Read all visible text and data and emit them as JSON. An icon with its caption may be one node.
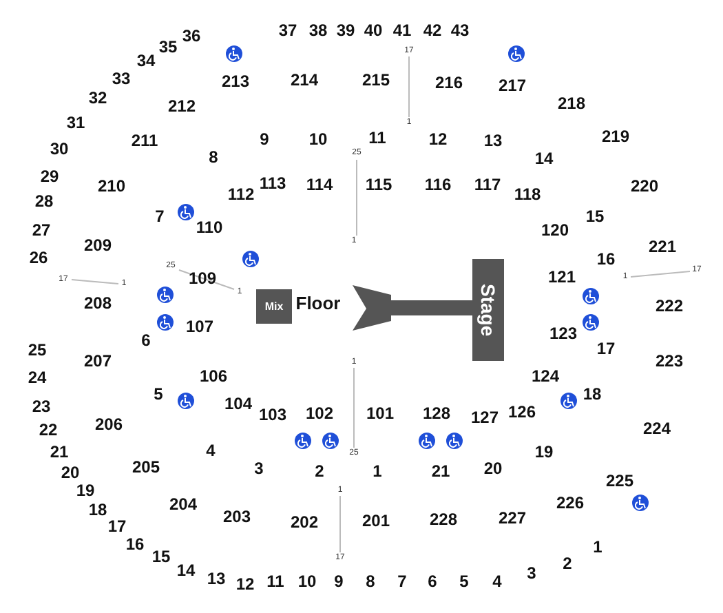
{
  "diagram": {
    "nodes": [
      {
        "text": [
          "Mix"
        ]
      },
      {
        "text": [
          "Stage"
        ]
      }
    ],
    "labels": [
      "37",
      "38",
      "39",
      "40",
      "41",
      "42",
      "43",
      "36",
      "35",
      "17",
      "34",
      "33",
      "213",
      "214",
      "215",
      "216",
      "217",
      "32",
      "218",
      "212",
      "31",
      "1",
      "219",
      "9",
      "10",
      "11",
      "12",
      "13",
      "211",
      "30",
      "25",
      "8",
      "14",
      "29",
      "113",
      "114",
      "115",
      "116",
      "117",
      "210",
      "220",
      "118",
      "112",
      "28",
      "7",
      "15",
      "110",
      "120",
      "27",
      "1",
      "209",
      "221",
      "26",
      "16",
      "25",
      "17",
      "109",
      "121",
      "1",
      "17",
      "1",
      "1",
      "Floor",
      "208",
      "222",
      "107",
      "123",
      "6",
      "17",
      "25",
      "207",
      "223",
      "1",
      "106",
      "124",
      "24",
      "5",
      "18",
      "104",
      "23",
      "126",
      "101",
      "102",
      "128",
      "103",
      "127",
      "206",
      "224",
      "22",
      "4",
      "19",
      "21",
      "25",
      "205",
      "3",
      "20",
      "2",
      "1",
      "21",
      "20",
      "225",
      "19",
      "1",
      "226",
      "204",
      "18",
      "203",
      "227",
      "228",
      "201",
      "202",
      "17",
      "16",
      "1",
      "15",
      "17",
      "2",
      "14",
      "3",
      "13",
      "11",
      "10",
      "9",
      "8",
      "7",
      "6",
      "5",
      "4",
      "12"
    ]
  }
}
